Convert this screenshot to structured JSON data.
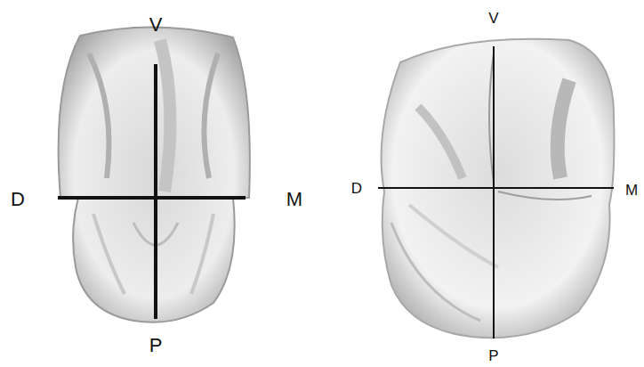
{
  "diagram": {
    "labels": [
      "V",
      "D",
      "M",
      "P",
      "V",
      "D",
      "M",
      "P"
    ]
  }
}
